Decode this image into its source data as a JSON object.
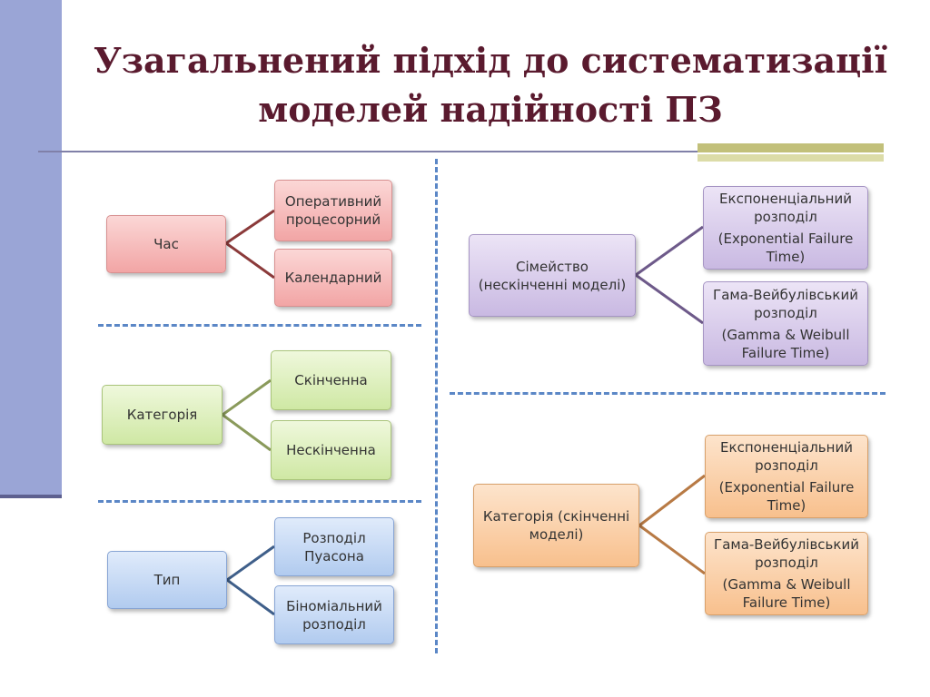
{
  "title": {
    "line1": "Узагальнений підхід до систематизації",
    "line2": "моделей надійності ПЗ"
  },
  "left": {
    "time": {
      "label": "Час",
      "children": [
        "Оперативний процесорний",
        "Календарний"
      ]
    },
    "category": {
      "label": "Категорія",
      "children": [
        "Скінченна",
        "Нескінченна"
      ]
    },
    "type": {
      "label": "Тип",
      "children": [
        "Розподіл Пуасона",
        "Біноміальний розподіл"
      ]
    }
  },
  "right": {
    "family": {
      "label": "Сімейство (нескінченні моделі)",
      "children": [
        {
          "name": "Експоненціальний розподіл",
          "note": "(Exponential Failure Time)"
        },
        {
          "name": "Гама-Вейбулівський розподіл",
          "note": "(Gamma & Weibull Failure Time)"
        }
      ]
    },
    "category": {
      "label": "Категорія (скінченні моделі)",
      "children": [
        {
          "name": "Експоненціальний розподіл",
          "note": "(Exponential Failure Time)"
        },
        {
          "name": "Гама-Вейбулівський розподіл",
          "note": "(Gamma & Weibull Failure Time)"
        }
      ]
    }
  },
  "colors": {
    "time": "#8b3a3a",
    "category": "#8a9a5b",
    "type": "#3f5f8a",
    "family": "#6e5a8a",
    "category_finite": "#b87a45"
  }
}
